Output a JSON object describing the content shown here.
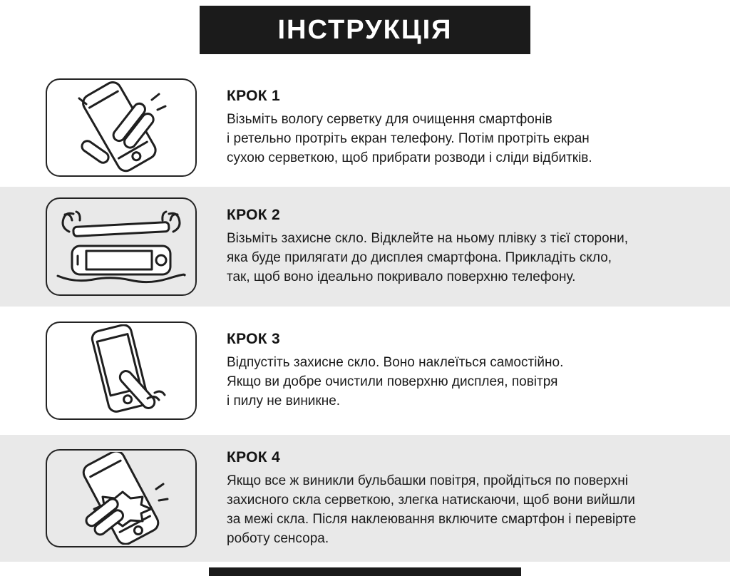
{
  "header": {
    "title": "ІНСТРУКЦІЯ"
  },
  "steps": [
    {
      "heading": "КРОК 1",
      "icon": "wipe-phone-with-cloth-icon",
      "lines": [
        "Візьміть вологу серветку для очищення смартфонів",
        "і ретельно протріть екран телефону. Потім протріть екран",
        "сухою серветкою, щоб прибрати розводи і сліди відбитків."
      ]
    },
    {
      "heading": "КРОК 2",
      "icon": "apply-protective-glass-icon",
      "lines": [
        "Візьміть захисне скло. Відклейте на ньому плівку з тієї сторони,",
        "яка буде прилягати до дисплея смартфона. Прикладіть скло,",
        "так, щоб воно ідеально покривало поверхню телефону."
      ]
    },
    {
      "heading": "КРОК 3",
      "icon": "finger-press-glass-icon",
      "lines": [
        "Відпустіть захисне скло. Воно наклеїться самостійно.",
        "Якщо ви добре очистили поверхню дисплея, повітря",
        "і пилу не виникне."
      ]
    },
    {
      "heading": "КРОК 4",
      "icon": "smooth-out-bubbles-cloth-icon",
      "lines": [
        "Якщо все ж виникли бульбашки повітря, пройдіться по поверхні",
        "захисного скла серветкою, злегка натискаючи, щоб вони вийшли",
        "за межі скла. Після наклеювання включите смартфон і перевірте",
        "роботу сенсора."
      ]
    }
  ],
  "colors": {
    "header_bg": "#1b1b1b",
    "stripe_bg": "#e9e9e9",
    "line_art": "#1f1f1f",
    "text": "#1b1b1b"
  }
}
